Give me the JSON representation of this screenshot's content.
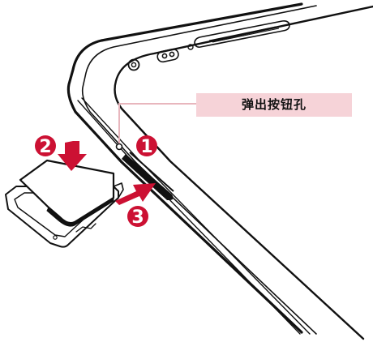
{
  "callout": {
    "label": "弹出按钮孔"
  },
  "steps": [
    {
      "number": "1"
    },
    {
      "number": "2"
    },
    {
      "number": "3"
    }
  ],
  "colors": {
    "callout_bg": "#f6d3d8",
    "callout_line": "#e8b6bd",
    "badge": "#cc1133",
    "arrow": "#cc1133",
    "outline": "#111111"
  }
}
